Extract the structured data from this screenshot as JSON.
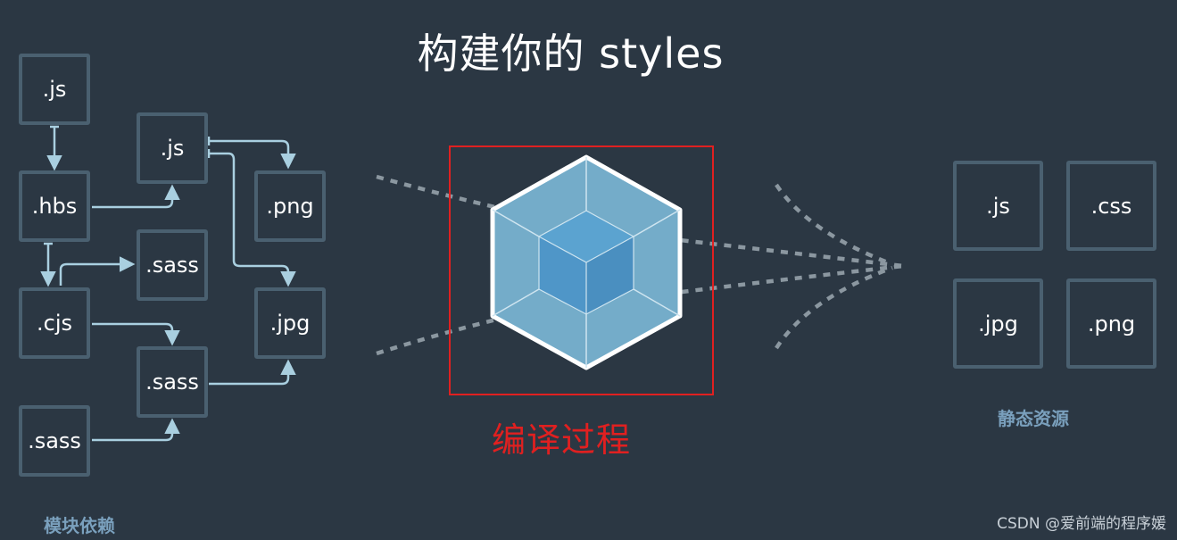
{
  "title": "构建你的 styles",
  "left": {
    "caption": "模块依赖",
    "nodes": [
      ".js",
      ".js",
      ".hbs",
      ".png",
      ".sass",
      ".cjs",
      ".jpg",
      ".sass",
      ".sass"
    ]
  },
  "center": {
    "caption": "编译过程",
    "icon": "webpack-cube-icon"
  },
  "right": {
    "caption": "静态资源",
    "assets": [
      ".js",
      ".css",
      ".jpg",
      ".png"
    ]
  },
  "watermark": "CSDN @爱前端的程序媛",
  "colors": {
    "background": "#2b3743",
    "box_border": "#4a6070",
    "arrow": "#a9cfe0",
    "highlight": "#e02020",
    "cube_light": "#8ec3df",
    "cube_dark": "#4f96c8"
  }
}
